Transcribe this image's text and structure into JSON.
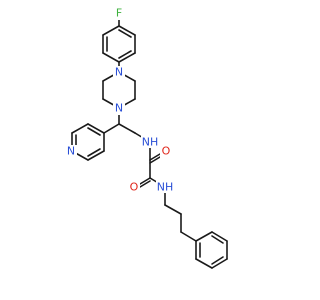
{
  "diagram": {
    "type": "chemical-structure",
    "atoms": {
      "fluorine": "F",
      "piperazine_n_top": "N",
      "piperazine_n_bottom": "N",
      "pyridine_n": "N",
      "amide_nh_1": "NH",
      "amide_o_1": "O",
      "amide_o_2": "O",
      "amide_nh_2": "NH"
    },
    "colors": {
      "bond": "#1a1a1a",
      "nitrogen": "#2a4fd6",
      "oxygen": "#e0261b",
      "fluorine": "#3fb23f"
    }
  }
}
